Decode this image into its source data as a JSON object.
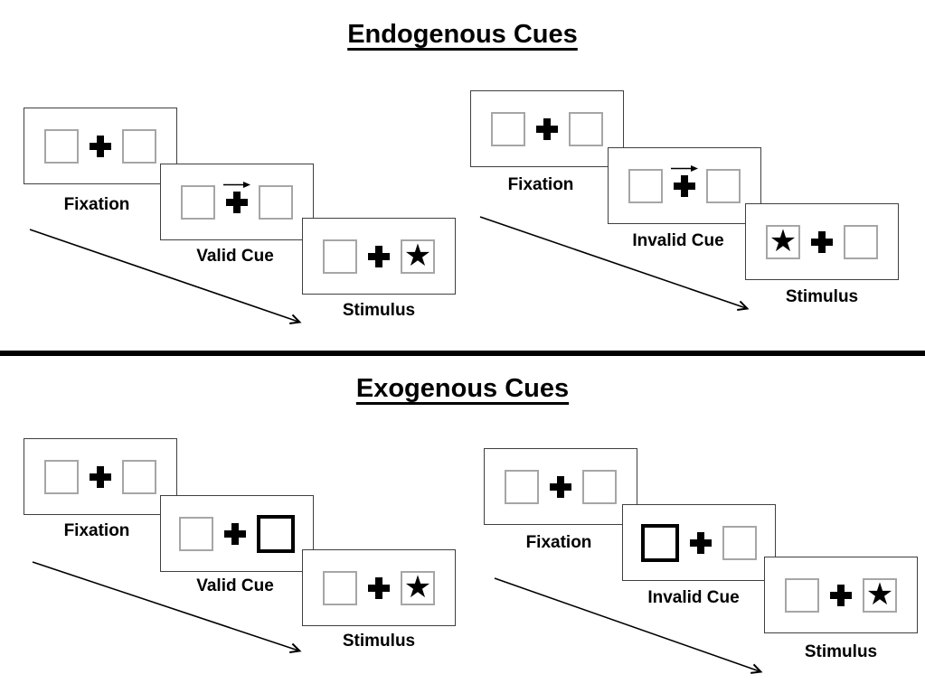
{
  "colors": {
    "ink": "#000000",
    "panel_border": "#3f3f3f",
    "square_border": "#a6a6a6",
    "cue_square_border": "#000000",
    "background": "#ffffff"
  },
  "icons": {
    "star": "★",
    "fixation_cross": "+",
    "cue_arrow": "→",
    "timeline_arrow": "↘"
  },
  "sections": [
    {
      "title": "Endogenous Cues",
      "sequences": [
        {
          "name": "valid-trial",
          "steps": [
            {
              "label": "Fixation",
              "left_box": "empty",
              "right_box": "empty",
              "cue_arrow": false
            },
            {
              "label": "Valid Cue",
              "left_box": "empty",
              "right_box": "empty",
              "cue_arrow": true,
              "cue_arrow_direction": "right"
            },
            {
              "label": "Stimulus",
              "left_box": "empty",
              "right_box": "star",
              "cue_arrow": false
            }
          ]
        },
        {
          "name": "invalid-trial",
          "steps": [
            {
              "label": "Fixation",
              "left_box": "empty",
              "right_box": "empty",
              "cue_arrow": false
            },
            {
              "label": "Invalid Cue",
              "left_box": "empty",
              "right_box": "empty",
              "cue_arrow": true,
              "cue_arrow_direction": "right"
            },
            {
              "label": "Stimulus",
              "left_box": "star",
              "right_box": "empty",
              "cue_arrow": false
            }
          ]
        }
      ]
    },
    {
      "title": "Exogenous Cues",
      "sequences": [
        {
          "name": "valid-trial",
          "steps": [
            {
              "label": "Fixation",
              "left_box": "empty",
              "right_box": "empty",
              "cue_arrow": false
            },
            {
              "label": "Valid Cue",
              "left_box": "empty",
              "right_box": "highlighted",
              "cue_arrow": false
            },
            {
              "label": "Stimulus",
              "left_box": "empty",
              "right_box": "star",
              "cue_arrow": false
            }
          ]
        },
        {
          "name": "invalid-trial",
          "steps": [
            {
              "label": "Fixation",
              "left_box": "empty",
              "right_box": "empty",
              "cue_arrow": false
            },
            {
              "label": "Invalid Cue",
              "left_box": "highlighted",
              "right_box": "empty",
              "cue_arrow": false
            },
            {
              "label": "Stimulus",
              "left_box": "empty",
              "right_box": "star",
              "cue_arrow": false
            }
          ]
        }
      ]
    }
  ]
}
